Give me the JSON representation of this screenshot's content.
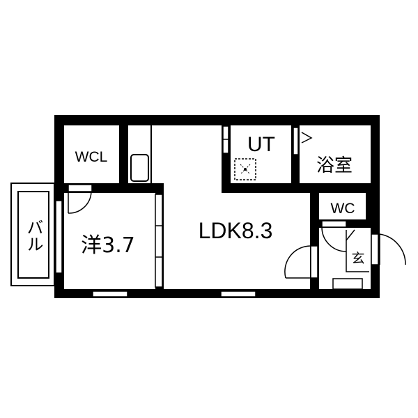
{
  "floorplan": {
    "rooms": {
      "wcl": "WCL",
      "ut": "UT",
      "bath": "浴室",
      "wc": "WC",
      "western": "洋3.7",
      "ldk": "LDK8.3",
      "entrance": "玄",
      "balcony": "バル"
    },
    "colors": {
      "wall": "#000000",
      "floor": "#ffffff"
    }
  }
}
